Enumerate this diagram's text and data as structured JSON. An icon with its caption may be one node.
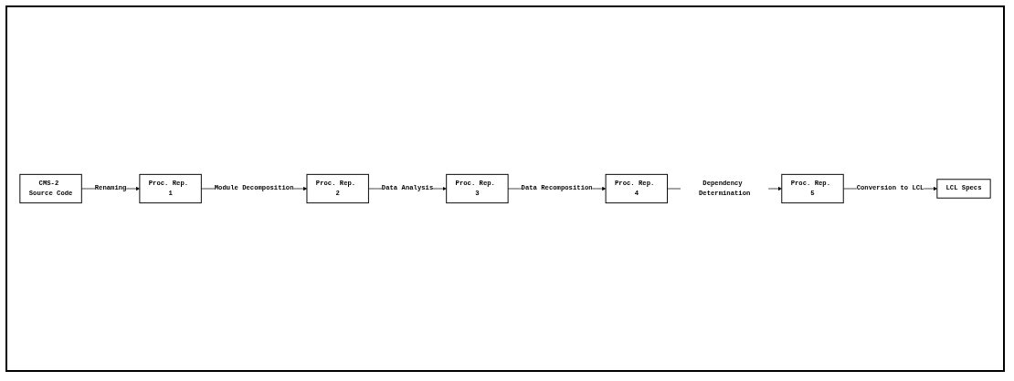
{
  "diagram": {
    "nodes": [
      {
        "text": [
          "CMS-2 Source Code"
        ]
      },
      {
        "text": [
          "Proc. Rep. 1"
        ]
      },
      {
        "text": [
          "Proc. Rep. 2"
        ]
      },
      {
        "text": [
          "Proc. Rep. 3"
        ]
      },
      {
        "text": [
          "Proc. Rep. 4"
        ]
      },
      {
        "text": [
          "Proc. Rep. 5"
        ]
      },
      {
        "text": [
          "LCL Specs"
        ]
      }
    ],
    "edges": [
      {
        "from": 0,
        "to": 1,
        "arrow": "to",
        "label": "Renaming"
      },
      {
        "from": 1,
        "to": 2,
        "arrow": "to",
        "label": "Module Decomposition"
      },
      {
        "from": 2,
        "to": 3,
        "arrow": "to",
        "label": "Data Analysis"
      },
      {
        "from": 3,
        "to": 4,
        "arrow": "to",
        "label": "Data Recomposition"
      },
      {
        "from": 4,
        "to": 5,
        "arrow": "to",
        "label": "Dependency Determination"
      },
      {
        "from": 5,
        "to": 6,
        "arrow": "to",
        "label": "Conversion to LCL"
      }
    ]
  }
}
